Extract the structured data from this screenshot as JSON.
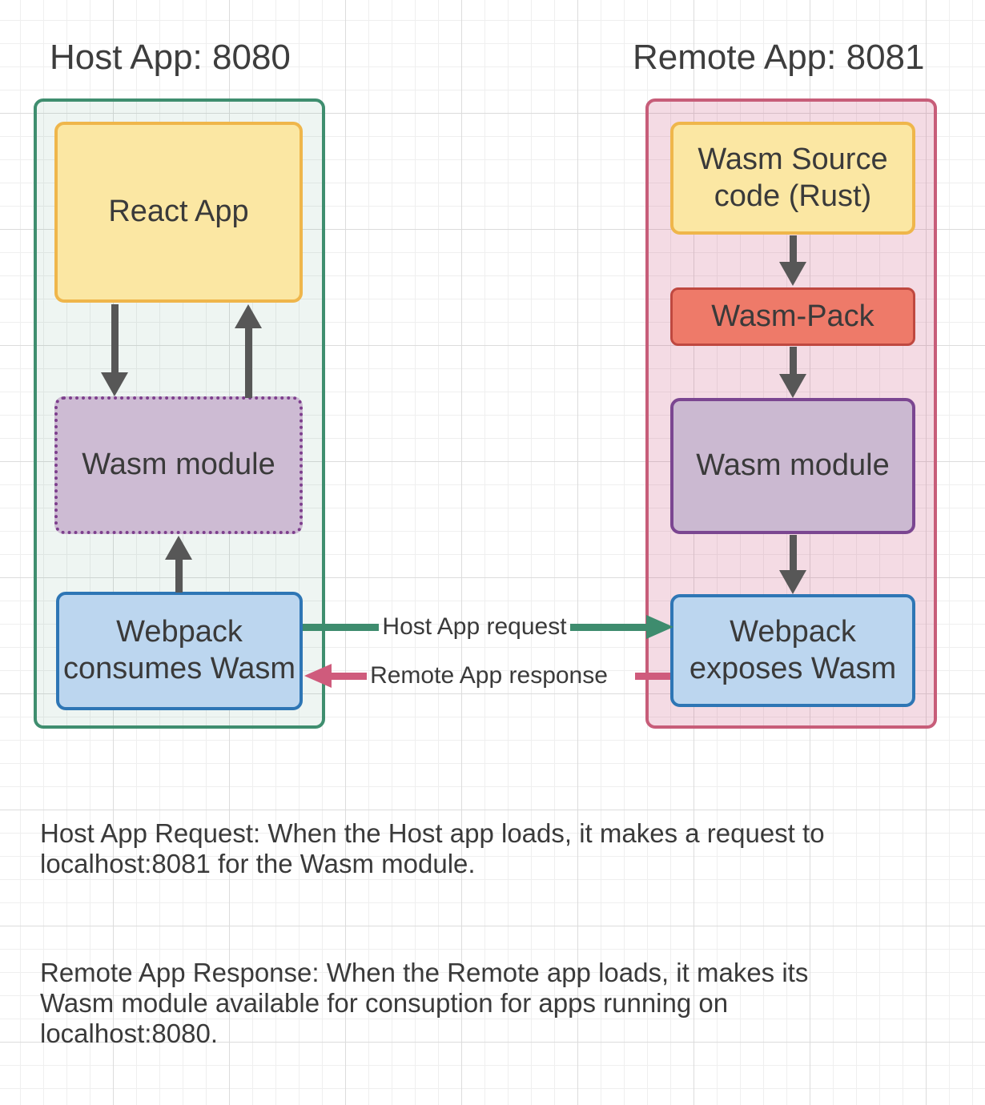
{
  "host": {
    "title": "Host App: 8080",
    "react_app": "React App",
    "wasm_module": "Wasm module",
    "webpack": "Webpack\nconsumes Wasm"
  },
  "remote": {
    "title": "Remote App: 8081",
    "wasm_source": "Wasm Source\ncode (Rust)",
    "wasm_pack": "Wasm-Pack",
    "wasm_module": "Wasm module",
    "webpack": "Webpack\nexposes Wasm"
  },
  "connectors": {
    "request_label": "Host App request",
    "response_label": "Remote App response"
  },
  "notes": {
    "host_request": "Host App Request: When the Host app loads, it makes a request to\nlocalhost:8081 for the Wasm module.",
    "remote_response": "Remote App Response: When the Remote app loads, it makes its\nWasm module available for consuption for apps running on\nlocalhost:8080."
  },
  "colors": {
    "host_border": "#3f8e6f",
    "host_fill": "#edf5f1",
    "remote_border": "#c75d79",
    "remote_fill": "#f4dbe4",
    "yellow_fill": "#fbe7a3",
    "yellow_border": "#efb64b",
    "red_fill": "#ee7a69",
    "red_border": "#bf4840",
    "purple_fill": "#cdbbd3",
    "purple_border": "#7d3f8d",
    "blue_fill": "#bcd6ef",
    "blue_border": "#2e76b5",
    "dark_arrow": "#575757",
    "request_arrow": "#3e8c6e",
    "response_arrow": "#cf5b7c",
    "text": "#3a3a3a"
  }
}
